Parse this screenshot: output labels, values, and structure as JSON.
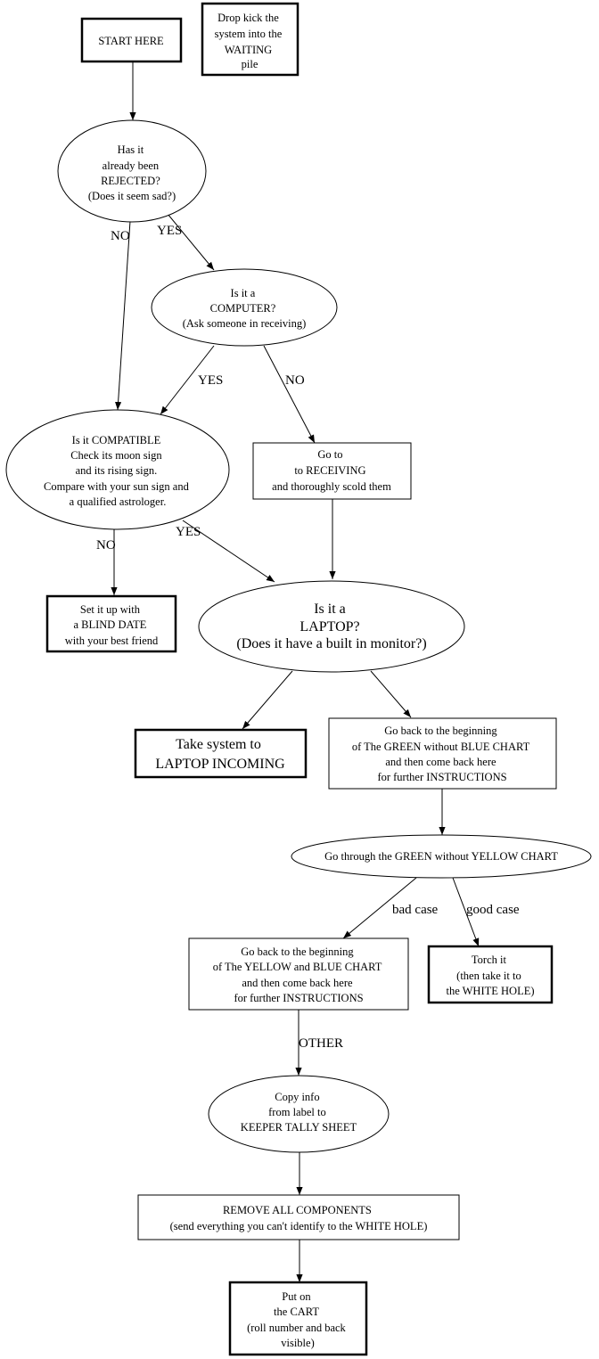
{
  "nodes": {
    "start": [
      "START HERE"
    ],
    "dropkick": [
      "Drop kick the",
      "system into the",
      "WAITING",
      "pile"
    ],
    "rejected": [
      "Has it",
      "already been",
      "REJECTED?",
      "(Does it seem sad?)"
    ],
    "computer": [
      "Is it a",
      "COMPUTER?",
      "(Ask someone in receiving)"
    ],
    "compatible": [
      "Is it COMPATIBLE",
      "Check its moon sign",
      "and its rising sign.",
      "Compare with your sun sign and",
      "a qualified astrologer."
    ],
    "receiving": [
      "Go to",
      "to RECEIVING",
      "and thoroughly scold them"
    ],
    "blinddate": [
      "Set it up with",
      "a BLIND DATE",
      "with your best friend"
    ],
    "laptop": [
      "Is it a",
      "LAPTOP?",
      "(Does it have a built in monitor?)"
    ],
    "laptop_incoming": [
      "Take system to",
      "LAPTOP INCOMING"
    ],
    "green_blue": [
      "Go back to the beginning",
      "of The GREEN without BLUE CHART",
      "and then come back here",
      "for further INSTRUCTIONS"
    ],
    "green_yellow": [
      "Go through the GREEN without YELLOW CHART"
    ],
    "yellow_blue": [
      "Go back to the beginning",
      "of The YELLOW and BLUE CHART",
      "and then come back here",
      "for further INSTRUCTIONS"
    ],
    "torch": [
      "Torch it",
      "(then take it to",
      "the WHITE HOLE)"
    ],
    "keeper": [
      "Copy info",
      "from label to",
      "KEEPER TALLY SHEET"
    ],
    "remove": [
      "REMOVE ALL COMPONENTS",
      "(send everything you can't identify to the WHITE HOLE)"
    ],
    "cart": [
      "Put on",
      "the CART",
      "(roll number and back",
      "visible)"
    ]
  },
  "edge_labels": {
    "rejected_no": "NO",
    "rejected_yes": "YES",
    "computer_yes": "YES",
    "computer_no": "NO",
    "compatible_no": "NO",
    "compatible_yes": "YES",
    "bad_case": "bad case",
    "good_case": "good case",
    "other": "OTHER"
  }
}
